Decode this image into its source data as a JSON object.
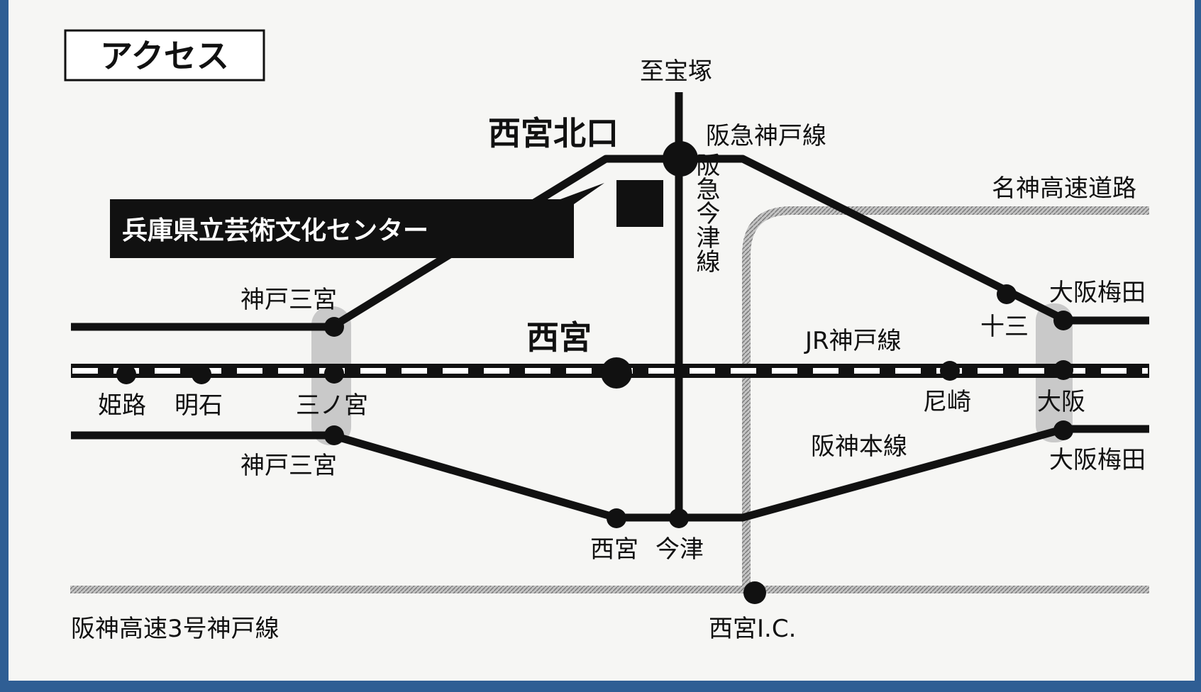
{
  "header": {
    "title": "アクセス"
  },
  "venue": {
    "name": "兵庫県立芸術文化センター"
  },
  "stations": {
    "nishinomiya_kitaguchi": "西宮北口",
    "nishinomiya_jr": "西宮",
    "himeji": "姫路",
    "akashi": "明石",
    "sannomiya": "三ノ宮",
    "kobe_sannomiya_hankyu": "神戸三宮",
    "kobe_sannomiya_hanshin": "神戸三宮",
    "nishinomiya_hanshin": "西宮",
    "imazu": "今津",
    "amagasaki": "尼崎",
    "osaka": "大阪",
    "osaka_umeda_hankyu": "大阪梅田",
    "osaka_umeda_hanshin": "大阪梅田",
    "juso": "十三"
  },
  "lines": {
    "to_takarazuka": "至宝塚",
    "hankyu_kobe": "阪急神戸線",
    "hankyu_imazu": "阪急今津線",
    "jr_kobe": "JR神戸線",
    "hanshin_main": "阪神本線"
  },
  "roads": {
    "meishin": "名神高速道路",
    "hanshin_expressway": "阪神高速3号神戸線",
    "nishinomiya_ic": "西宮I.C."
  },
  "colors": {
    "border": "#2f5e94",
    "rail": "#111111",
    "road": "#9a9a9a",
    "background": "#f6f6f4"
  }
}
